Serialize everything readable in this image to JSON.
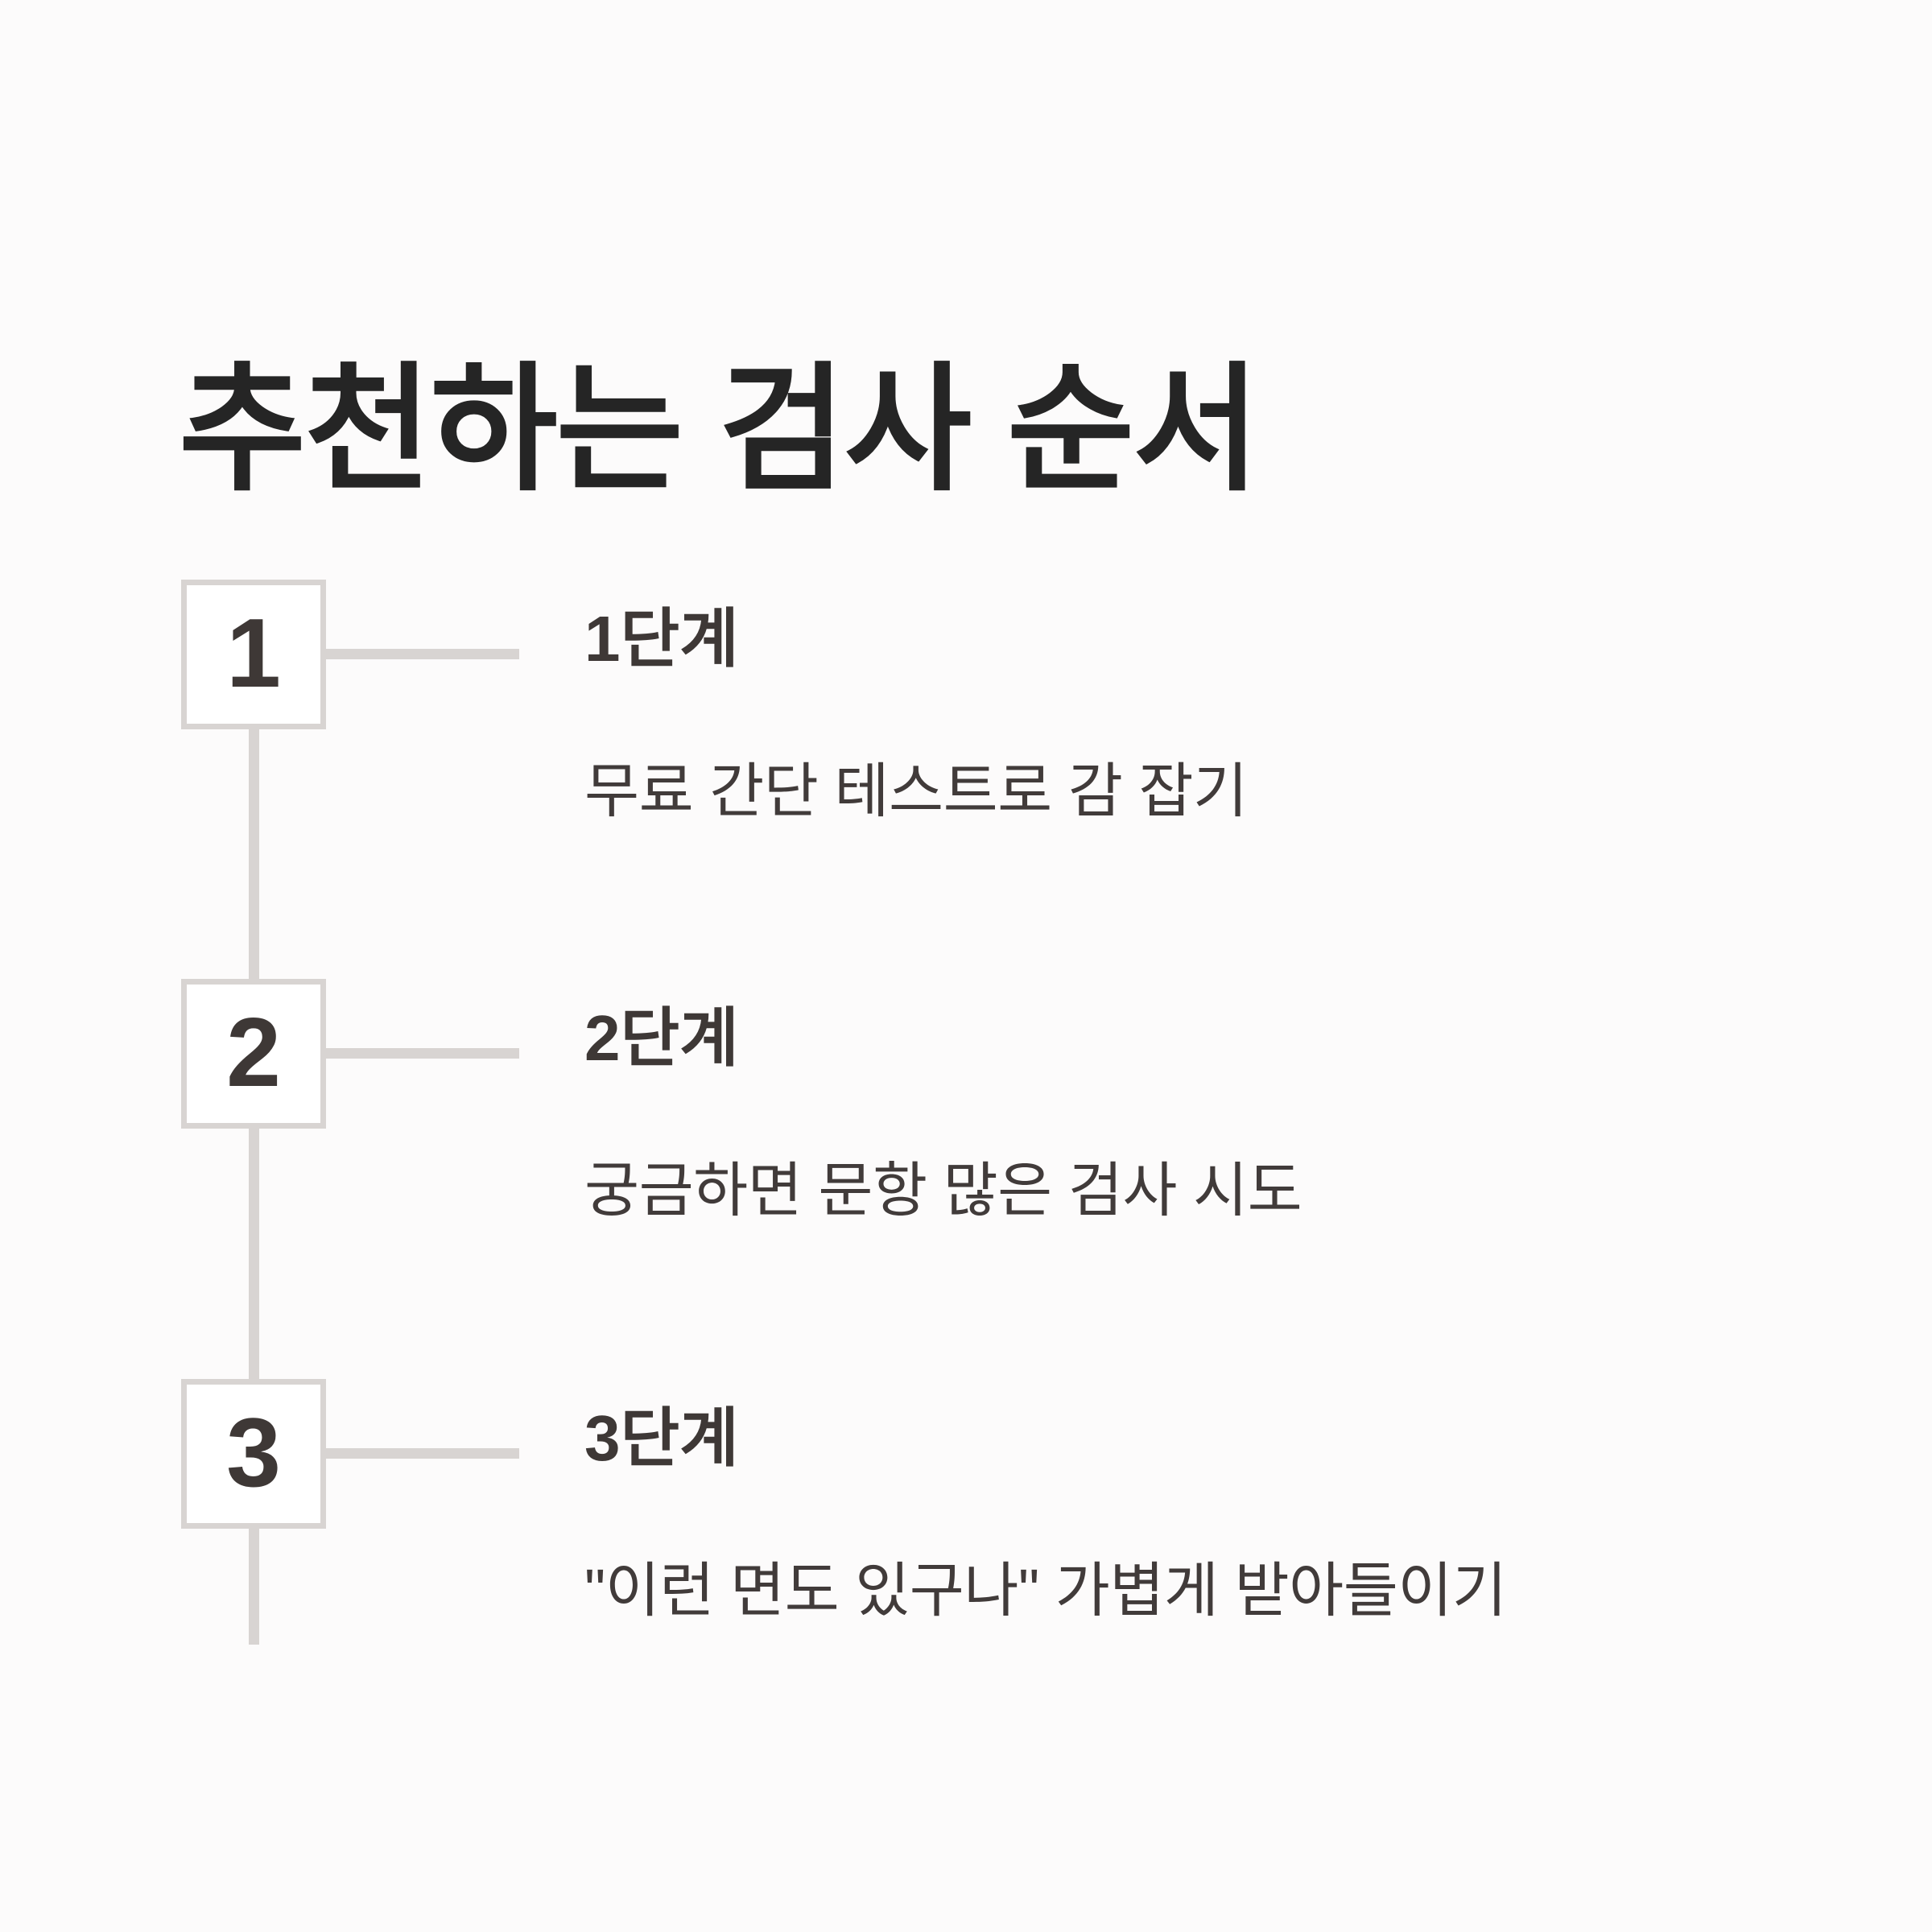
{
  "page": {
    "title": "추천하는 검사 순서",
    "background_color": "#fcfbfb",
    "title_color": "#252525",
    "heading_color": "#3e3836",
    "body_color": "#413b3a",
    "line_color": "#d8d4d2",
    "marker_fill_color": "#ffffff"
  },
  "timeline": {
    "steps": [
      {
        "number": "1",
        "heading": "1단계",
        "body": "무료 간단 테스트로 감 잡기"
      },
      {
        "number": "2",
        "heading": "2단계",
        "body": "궁금하면 문항 많은 검사 시도"
      },
      {
        "number": "3",
        "heading": "3단계",
        "body": "\"이런 면도 있구나\" 가볍게 받아들이기"
      }
    ]
  }
}
